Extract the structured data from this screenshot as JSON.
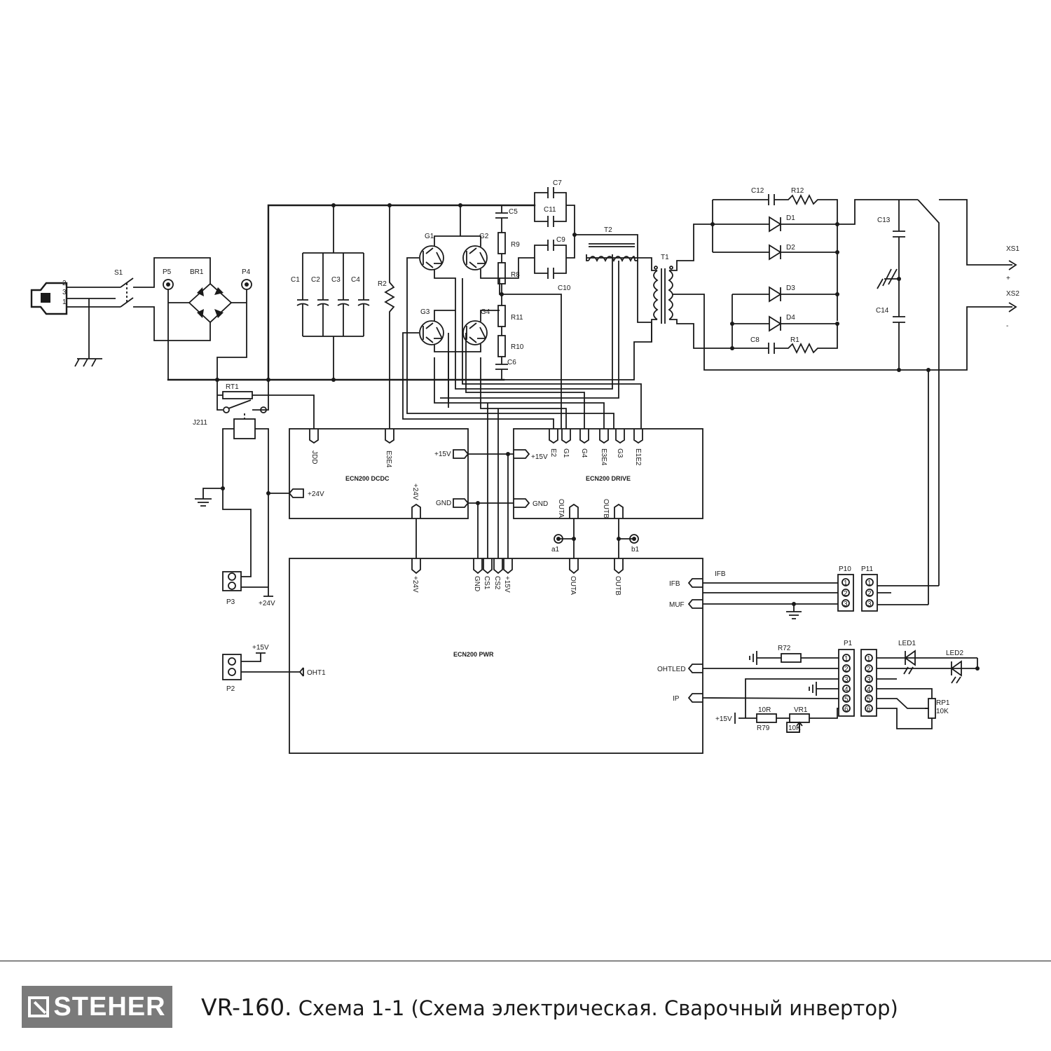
{
  "labels": {
    "S1": "S1",
    "P5": "P5",
    "BR1": "BR1",
    "P4": "P4",
    "RT1": "RT1",
    "J211": "J211",
    "C1": "C1",
    "C2": "C2",
    "C3": "C3",
    "C4": "C4",
    "R2": "R2",
    "G1": "G1",
    "G2": "G2",
    "G3": "G3",
    "G4": "G4",
    "C5": "C5",
    "R9": "R9",
    "R8": "R8",
    "R11": "R11",
    "R10": "R10",
    "C6": "C6",
    "C7": "C7",
    "C11": "C11",
    "C9": "C9",
    "C10": "C10",
    "T2": "T2",
    "T1": "T1",
    "C12": "C12",
    "R12": "R12",
    "D1": "D1",
    "D2": "D2",
    "D3": "D3",
    "D4": "D4",
    "C8": "C8",
    "R1": "R1",
    "C13": "C13",
    "C14": "C14",
    "XS1": "XS1",
    "XS2": "XS2",
    "XS1_sign": "+",
    "XS2_sign": "-",
    "P3": "P3",
    "P3_v": "+24V",
    "P2": "P2",
    "P2_v": "+15V",
    "P10": "P10",
    "P11": "P11",
    "P1": "P1",
    "IFB_net": "IFB",
    "R72": "R72",
    "LED1": "LED1",
    "LED2": "LED2",
    "RP1": "RP1",
    "RP1_v": "10K",
    "R10R": "10R",
    "R79": "R79",
    "VR1": "VR1",
    "VR1_v": "10K",
    "plus15": "+15V",
    "pin1": "1",
    "pin2": "2",
    "pin3": "3"
  },
  "blocks": {
    "dcdc": {
      "name": "ECN200 DCDC",
      "pins": {
        "jdd": "JDD",
        "e3e4": "E3E4",
        "p15": "+15V",
        "gnd": "GND",
        "p24in": "+24V",
        "p24top": "+24V"
      }
    },
    "drive": {
      "name": "ECN200 DRIVE",
      "pins": {
        "p15": "+15V",
        "gnd": "GND",
        "e2": "E2",
        "g1": "G1",
        "g4": "G4",
        "e3e4": "E3E4",
        "g3": "G3",
        "e1e2": "E1E2",
        "outa": "OUTA",
        "outb": "OUTB"
      }
    },
    "pwr": {
      "name": "ECN200 PWR",
      "pins": {
        "p24": "+24V",
        "gnd": "GND",
        "cs1": "CS1",
        "cs2": "CS2",
        "p15": "+15V",
        "outa": "OUTA",
        "outb": "OUTB",
        "ifb": "IFB",
        "muf": "MUF",
        "ohtled": "OHTLED",
        "ip": "IP",
        "oht1": "OHT1"
      }
    }
  },
  "testpoints": {
    "a1": "a1",
    "b1": "b1"
  },
  "pins": [
    "1",
    "2",
    "3",
    "4",
    "5",
    "6"
  ],
  "footer": {
    "brand": "STEHER",
    "model": "VR-160.",
    "caption": " Схема 1-1 (Схема электрическая. Сварочный инвертор)"
  }
}
